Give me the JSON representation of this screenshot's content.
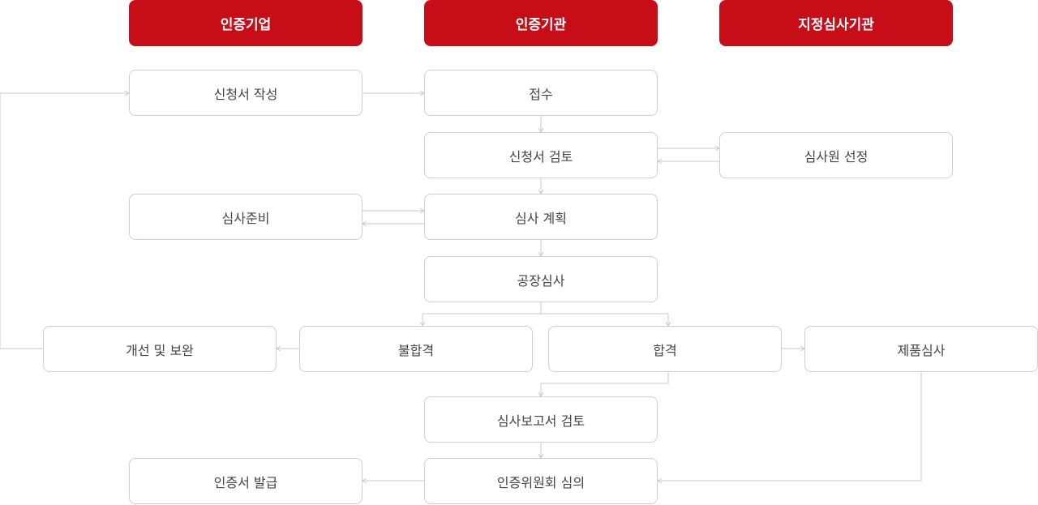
{
  "columns": {
    "company": "인증기업",
    "agency": "인증기관",
    "designated": "지정심사기관"
  },
  "steps": {
    "application_write": "신청서 작성",
    "receipt": "접수",
    "application_review": "신청서 검토",
    "auditor_selection": "심사원 선정",
    "audit_prep": "심사준비",
    "audit_plan": "심사 계획",
    "factory_audit": "공장심사",
    "improvement": "개선 및 보완",
    "fail": "불합격",
    "pass": "합격",
    "product_test": "제품심사",
    "report_review": "심사보고서 검토",
    "committee_review": "인증위원회 심의",
    "cert_issue": "인증서 발급"
  },
  "colors": {
    "header_bg": "#c70d18",
    "header_text": "#ffffff",
    "box_border": "#cfcfcf",
    "box_text": "#444444",
    "connector": "#c8c8c8"
  }
}
